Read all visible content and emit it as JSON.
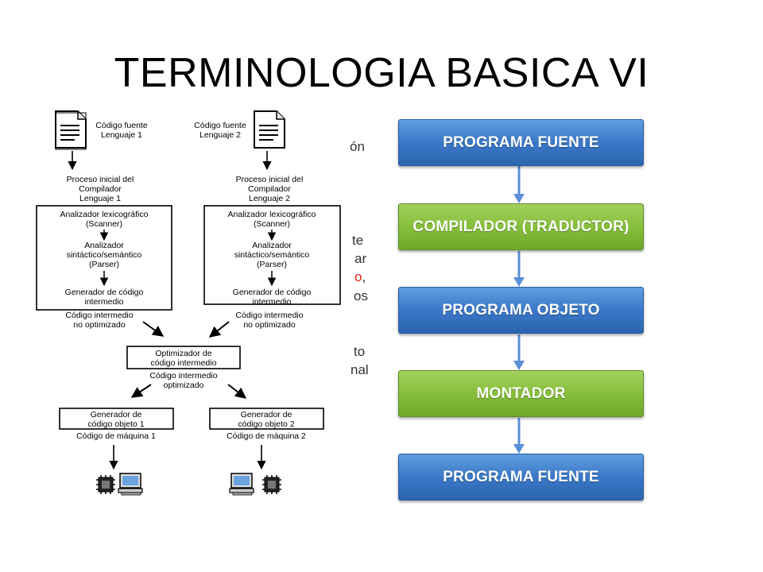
{
  "slide": {
    "title": "TERMINOLOGIA BASICA VI"
  },
  "background_text": {
    "line1": "ón",
    "line2": "te",
    "line3": "ar",
    "line4_red": "o",
    "line4_tail": ",",
    "line5": "os",
    "line6": "to",
    "line7": "nal"
  },
  "compiler_diagram": {
    "left": {
      "source_label_1": "Código fuente",
      "source_label_2": "Lenguaje 1",
      "front_label_1": "Proceso inicial del",
      "front_label_2": "Compilador",
      "front_label_3": "Lenguaje 1",
      "scanner_1": "Analizador lexicográfico",
      "scanner_2": "(Scanner)",
      "parser_1": "Analizador",
      "parser_2": "sintáctico/semántico",
      "parser_3": "(Parser)",
      "gen_1": "Generador de código",
      "gen_2": "intermedio",
      "out_1": "Código intermedio",
      "out_2": "no optimizado"
    },
    "right": {
      "source_label_1": "Código fuente",
      "source_label_2": "Lenguaje 2",
      "front_label_1": "Proceso inicial del",
      "front_label_2": "Compilador",
      "front_label_3": "Lenguaje 2",
      "scanner_1": "Analizador lexicográfico",
      "scanner_2": "(Scanner)",
      "parser_1": "Analizador",
      "parser_2": "sintáctico/semántico",
      "parser_3": "(Parser)",
      "gen_1": "Generador de código",
      "gen_2": "intermedio",
      "out_1": "Código intermedio",
      "out_2": "no optimizado"
    },
    "optimizer": {
      "box_1": "Optimizador de",
      "box_2": "código intermedio",
      "out_1": "Código intermedio",
      "out_2": "optimizado"
    },
    "backend_1": {
      "box_1": "Generador de",
      "box_2": "código objeto 1",
      "out": "Código de máquina 1"
    },
    "backend_2": {
      "box_1": "Generador de",
      "box_2": "código objeto 2",
      "out": "Código de máquina 2"
    },
    "icons": [
      "document-icon",
      "document-icon",
      "cpu-chip-icon",
      "computer-icon",
      "computer-icon",
      "cpu-chip-icon"
    ]
  },
  "flow": {
    "step1": "PROGRAMA FUENTE",
    "step2": "COMPILADOR (TRADUCTOR)",
    "step3": "PROGRAMA OBJETO",
    "step4": "MONTADOR",
    "step5": "PROGRAMA FUENTE",
    "colors": {
      "blue": "#3b78c7",
      "green": "#86bf3b",
      "arrow": "#5b8fd6"
    }
  }
}
